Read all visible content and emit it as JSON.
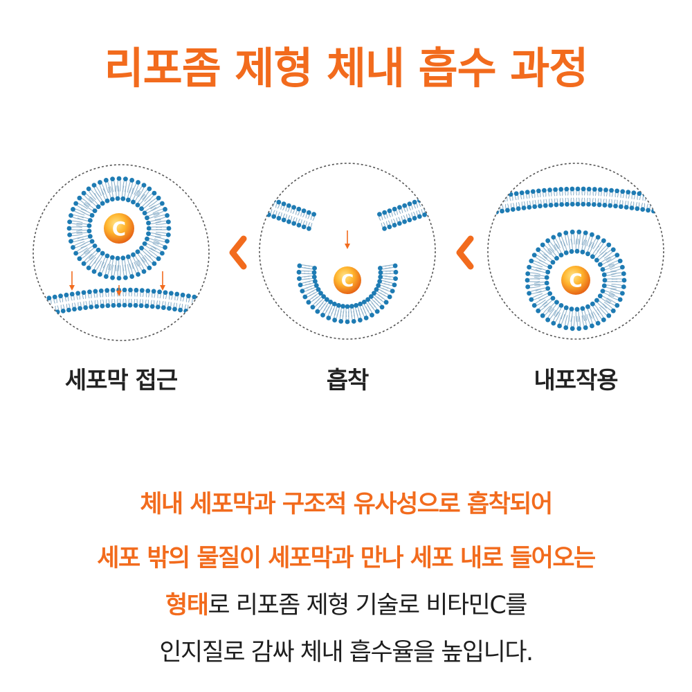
{
  "title": "리포좀 제형 체내 흡수 과정",
  "colors": {
    "accent": "#F26B1D",
    "head": "#1E7BB3",
    "tail": "#8FB2CB",
    "ring": "#555555",
    "core_outer": "#E8641A",
    "core_inner": "#FFC33C"
  },
  "core_label": "C",
  "steps": [
    {
      "label": "세포막 접근"
    },
    {
      "label": "흡착"
    },
    {
      "label": "내포작용"
    }
  ],
  "description": {
    "line1": "체내 세포막과 구조적 유사성으로 흡착되어",
    "line2": "세포 밖의 물질이 세포막과 만나 세포 내로 들어오는",
    "line3_highlight": "형태",
    "line3_rest": "로 리포좀 제형 기술로 비타민C를",
    "line4": "인지질로 감싸 체내 흡수율을 높입니다."
  }
}
